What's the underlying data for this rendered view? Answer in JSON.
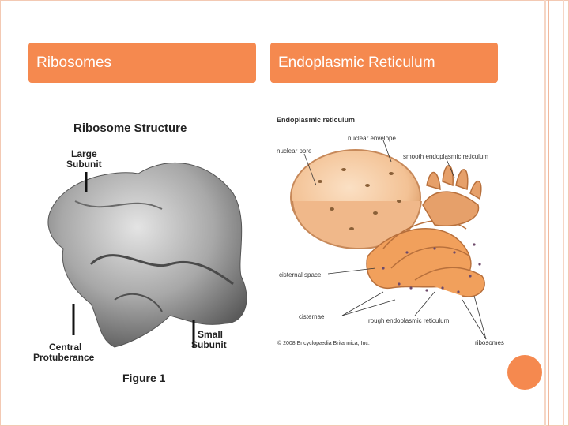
{
  "slide": {
    "left_heading": "Ribosomes",
    "right_heading": "Endoplasmic Reticulum",
    "accent": "#f5894f"
  },
  "ribosome_figure": {
    "title": "Ribosome Structure",
    "large_label_1": "Large",
    "large_label_2": "Subunit",
    "small_label_1": "Small",
    "small_label_2": "Subunit",
    "central_label_1": "Central",
    "central_label_2": "Protuberance",
    "caption": "Figure 1"
  },
  "er_figure": {
    "title": "Endoplasmic reticulum",
    "nuclear_envelope": "nuclear envelope",
    "nuclear_pore": "nuclear pore",
    "smooth_er": "smooth endoplasmic reticulum",
    "cisternal_space": "cisternal space",
    "cisternae": "cisternae",
    "rough_er": "rough endoplasmic reticulum",
    "ribosomes": "ribosomes",
    "copyright": "© 2008 Encyclopædia Britannica, Inc."
  }
}
